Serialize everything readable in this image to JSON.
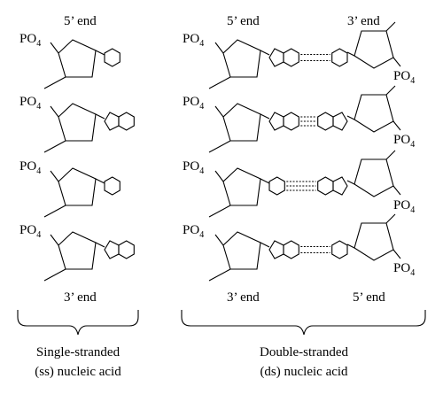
{
  "labels": {
    "ss_top_end": "5’ end",
    "ss_bottom_end": "3’ end",
    "ds_left_top_end": "5’ end",
    "ds_right_top_end": "3’ end",
    "ds_left_bottom_end": "3’ end",
    "ds_right_bottom_end": "5’ end",
    "phosphate": "PO",
    "phosphate_subscript": "4"
  },
  "captions": {
    "ss_line1": "Single-stranded",
    "ss_line2": "(ss) nucleic acid",
    "ds_line1": "Double-stranded",
    "ds_line2": "(ds) nucleic acid"
  },
  "strands": {
    "single": [
      "pyrimidine",
      "purine",
      "pyrimidine",
      "purine"
    ],
    "double_left": [
      "purine",
      "purine",
      "pyrimidine",
      "purine"
    ],
    "double_right": [
      "pyrimidine",
      "purine",
      "purine",
      "pyrimidine"
    ],
    "hydrogen_bonds": [
      2,
      3,
      3,
      2
    ]
  }
}
